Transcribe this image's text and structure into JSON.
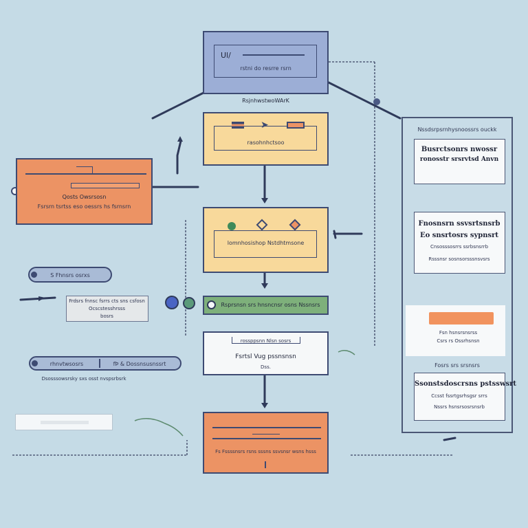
{
  "top_box": {
    "glyph": "Ul/",
    "caption": "rstni do resrre rsrn",
    "label": "RsjnhwstwoWArK"
  },
  "yellow_box_1": {
    "label": "rasohnhctsoo"
  },
  "yellow_box_2": {
    "label": "lomnhosishop Nstdhtmsone"
  },
  "left_orange": {
    "title": "Qosts Owsrsosn",
    "line": "Fsrsrn tsrtss eso oessrs hs fsrnsrn"
  },
  "pill_1": {
    "label": "S Fhnsrs osrxs"
  },
  "pill_2": {
    "left": "rhnvtwsosrs",
    "right": "fÞ & Dossnsusnssrt"
  },
  "pill_2_caption": "Dsosssowsrsky sxs osst nvspsrbsrk",
  "grey_note": {
    "line1": "Frdsrs fnnsc fsrrs cts sns csfosn",
    "line2": "Ocscstesshrsss",
    "line3": "bosrs"
  },
  "green_bar": {
    "label": "Rsprsnsn srs hnsncnsr osns Nssnsrs"
  },
  "white_box": {
    "header": "rossppsnn Nlsn sosrs",
    "title": "Fsrtsl Vug pssnsnsn",
    "sub": "Dss."
  },
  "bottom_orange": {
    "label": "Fs Fssssnsrs rsns sssns ssvsnsr wsns hsss"
  },
  "panel": {
    "title": "Nssdsrpsrnhysnoossrs ouckk",
    "card1": {
      "line1": "Busrctsonrs nwossr",
      "line2": "ronosstr srsrvtsd Anvn"
    },
    "card2": {
      "line1": "Fnosnsrn ssvsrtsnsrb",
      "line2": "Eo snsrtosrs sypnsrt",
      "line3": "Cnsosssosrrs ssrbsnsrrb",
      "line4": "Rsssnsr sosnsorsssnsvsrs"
    },
    "card3": {
      "line1": "Fsn hsnsrsnsrss",
      "line2": "Csrs rs Ossrhsnsn"
    },
    "caption": "Fosrs srs srsnsrs",
    "card4": {
      "line1": "Ssonstsdoscrsns pstsswsrt",
      "line2": "Ccsst fssrtgsrhsgsr srrs",
      "line3": "Nssrs hsnsrsosrsnsrb"
    }
  },
  "colors": {
    "background": "#c5dbe6",
    "line": "#2f3a5a",
    "blue": "#9caed6",
    "yellow": "#f8d99b",
    "orange": "#ec9364",
    "green": "#7eb07b"
  }
}
